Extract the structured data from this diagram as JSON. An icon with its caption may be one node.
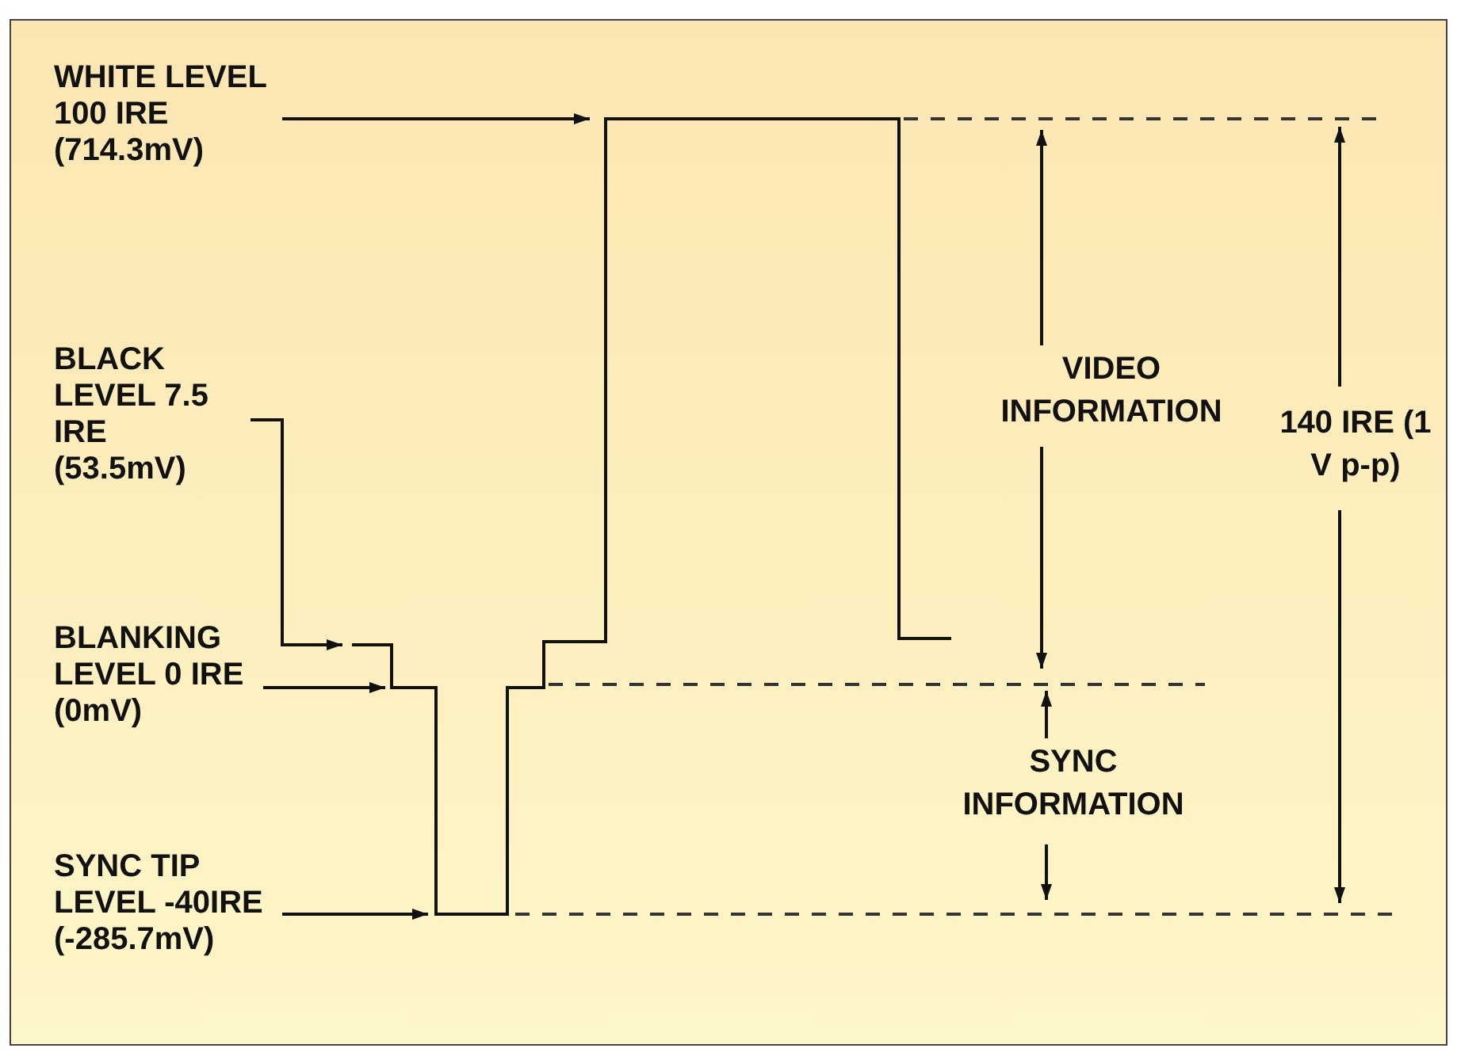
{
  "diagram": {
    "nodes": [
      {
        "text": [
          "WHITE LEVEL 100 IRE (714.3mV)"
        ]
      },
      {
        "text": [
          "BLACK LEVEL 7.5 IRE (53.5mV)"
        ]
      },
      {
        "text": [
          "BLANKING LEVEL 0 IRE (0mV)"
        ]
      },
      {
        "text": [
          "SYNC TIP LEVEL -40IRE (-285.7mV)"
        ]
      }
    ],
    "edges": [
      {
        "from": 0,
        "to": null,
        "arrow": "to"
      },
      {
        "from": 1,
        "to": null,
        "arrow": "to"
      },
      {
        "from": 2,
        "to": null,
        "arrow": "to"
      },
      {
        "from": 3,
        "to": null,
        "arrow": "to"
      }
    ],
    "labels": [
      "VIDEO INFORMATION",
      "SYNC INFORMATION",
      "140 IRE (1 V p-p)"
    ]
  }
}
